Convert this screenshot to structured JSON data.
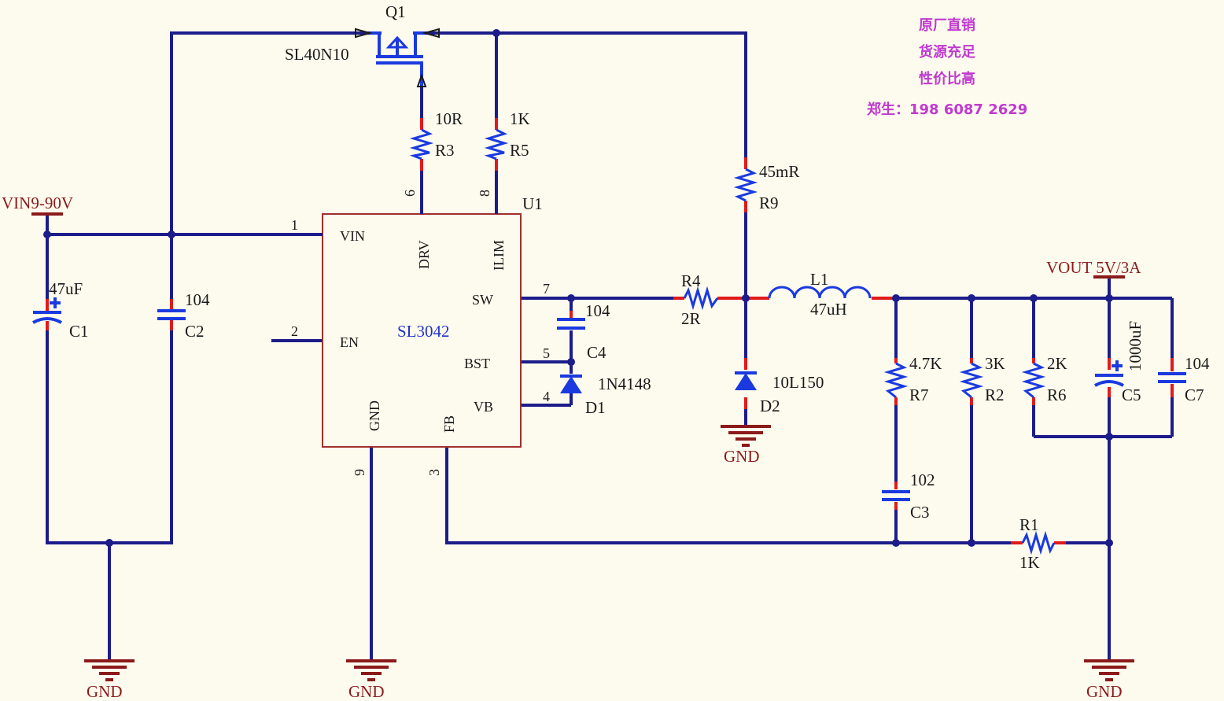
{
  "ad": {
    "line1": "原厂直销",
    "line2": "货源充足",
    "line3": "性价比高",
    "contact": "郑生：198 6087 2629"
  },
  "nets": {
    "vin": "VIN9-90V",
    "vout": "VOUT 5V/3A",
    "gnd": "GND"
  },
  "ic": {
    "ref": "U1",
    "part": "SL3042",
    "pins": {
      "vin": "VIN",
      "en": "EN",
      "gnd": "GND",
      "fb": "FB",
      "drv": "DRV",
      "ilim": "ILIM",
      "sw": "SW",
      "bst": "BST",
      "vb": "VB"
    },
    "pin_numbers": {
      "vin": "1",
      "en": "2",
      "fb": "3",
      "vb": "4",
      "bst": "5",
      "drv": "6",
      "sw": "7",
      "ilim": "8",
      "gnd": "9"
    }
  },
  "components": {
    "q1": {
      "ref": "Q1",
      "value": "SL40N10"
    },
    "r3": {
      "ref": "R3",
      "value": "10R"
    },
    "r5": {
      "ref": "R5",
      "value": "1K"
    },
    "r9": {
      "ref": "R9",
      "value": "45mR"
    },
    "r4": {
      "ref": "R4",
      "value": "2R"
    },
    "l1": {
      "ref": "L1",
      "value": "47uH"
    },
    "c1": {
      "ref": "C1",
      "value": "47uF"
    },
    "c2": {
      "ref": "C2",
      "value": "104"
    },
    "c4": {
      "ref": "C4",
      "value": "104"
    },
    "d1": {
      "ref": "D1",
      "value": "1N4148"
    },
    "d2": {
      "ref": "D2",
      "value": "10L150"
    },
    "r7": {
      "ref": "R7",
      "value": "4.7K"
    },
    "r2": {
      "ref": "R2",
      "value": "3K"
    },
    "r6": {
      "ref": "R6",
      "value": "2K"
    },
    "c5": {
      "ref": "C5",
      "value": "1000uF"
    },
    "c7": {
      "ref": "C7",
      "value": "104"
    },
    "c3": {
      "ref": "C3",
      "value": "102"
    },
    "r1": {
      "ref": "R1",
      "value": "1K"
    }
  },
  "colors": {
    "wire": "#1c1c8a",
    "pin_stub": "#e11a1a",
    "component": "#1a3ae0",
    "ground": "#8b1a1a",
    "ad_text": "#c03ad0"
  }
}
